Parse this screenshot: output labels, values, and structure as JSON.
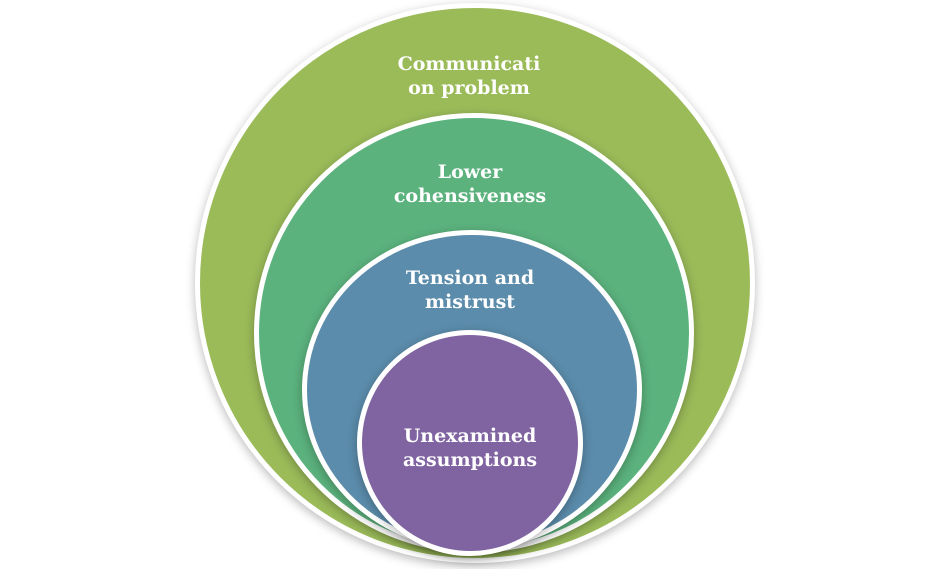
{
  "diagram": {
    "layers": [
      {
        "label": "Communicati\non problem",
        "color": "#9bbb59"
      },
      {
        "label": "Lower\ncohensiveness",
        "color": "#5bb27d"
      },
      {
        "label": "Tension  and\nmistrust",
        "color": "#5b8cab"
      },
      {
        "label": "Unexamined\nassumptions",
        "color": "#8064a2"
      }
    ]
  }
}
